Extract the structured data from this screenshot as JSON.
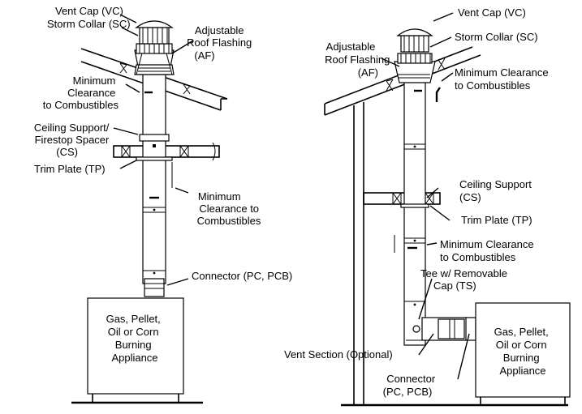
{
  "left": {
    "vent_cap": "Vent Cap (VC)",
    "storm_collar": "Storm Collar (SC)",
    "flashing": [
      "Adjustable",
      "Roof Flashing",
      "(AF)"
    ],
    "clearance_1": [
      "Minimum",
      "Clearance",
      "to Combustibles"
    ],
    "ceiling_support": [
      "Ceiling Support/",
      "Firestop Spacer",
      "(CS)"
    ],
    "trim_plate": "Trim Plate (TP)",
    "clearance_2": [
      "Minimum",
      "Clearance to",
      "Combustibles"
    ],
    "connector": "Connector (PC, PCB)",
    "appliance": [
      "Gas, Pellet,",
      "Oil or Corn",
      "Burning",
      "Appliance"
    ]
  },
  "right": {
    "vent_cap": "Vent Cap (VC)",
    "storm_collar": "Storm Collar (SC)",
    "flashing": [
      "Adjustable",
      "Roof Flashing",
      "(AF)"
    ],
    "clearance_1": [
      "Minimum Clearance",
      "to Combustibles"
    ],
    "ceiling_support": [
      "Ceiling Support",
      "(CS)"
    ],
    "trim_plate": "Trim Plate (TP)",
    "clearance_2": [
      "Minimum Clearance",
      "to Combustibles"
    ],
    "tee": [
      "Tee w/ Removable",
      "Cap (TS)"
    ],
    "vent_section": "Vent Section (Optional)",
    "connector": [
      "Connector",
      "(PC, PCB)"
    ],
    "appliance": [
      "Gas, Pellet,",
      "Oil or Corn",
      "Burning",
      "Appliance"
    ]
  }
}
